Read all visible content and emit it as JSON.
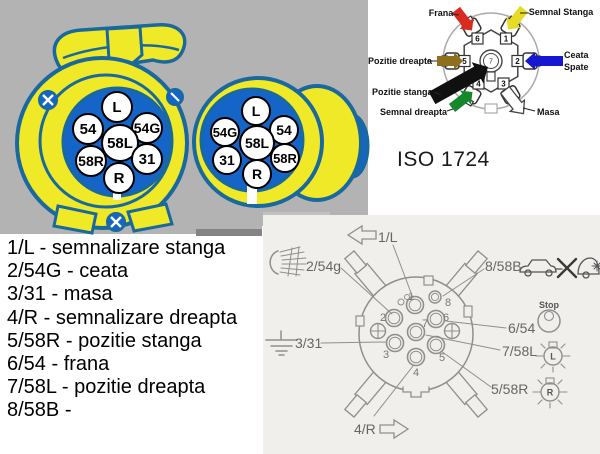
{
  "socket_large": {
    "pin_top": "L",
    "pin_left": "54",
    "pin_right": "54G",
    "pin_center": "58L",
    "pin_bottom_left": "58R",
    "pin_bottom_right": "31",
    "pin_bottom": "R"
  },
  "socket_small": {
    "pin_top": "L",
    "pin_left": "54G",
    "pin_right": "54",
    "pin_center": "58L",
    "pin_bottom_left": "31",
    "pin_bottom_right": "58R",
    "pin_bottom": "R"
  },
  "iso_diagram": {
    "title": "ISO 1724",
    "pin1": "1",
    "pin2": "2",
    "pin3": "3",
    "pin4": "4",
    "pin5": "5",
    "pin6": "6",
    "pin7": "7",
    "label_frana": "Frana",
    "label_semnal_stanga": "Semnal Stanga",
    "label_pozitie_dreapta": "Pozitie dreapta",
    "label_ceata_line1": "Ceata",
    "label_ceata_line2": "Spate",
    "label_pozitie_stanga": "Pozitie stanga",
    "label_semnal_dreapta": "Semnal dreapta",
    "label_masa": "Masa",
    "arrow_colors": {
      "frana": "#d92a20",
      "semnal_stanga": "#e6dc28",
      "pozitie_dreapta": "#8f6f1d",
      "ceata_spate": "#1717d0",
      "pozitie_stanga": "#101010",
      "semnal_dreapta": "#15882b",
      "masa": "#ffffff"
    }
  },
  "legend": {
    "items": [
      "1/L - semnalizare stanga",
      "2/54G - ceata",
      "3/31 - masa",
      "4/R - semnalizare dreapta",
      "5/58R - pozitie stanga",
      "6/54 - frana",
      "7/58L - pozitie dreapta",
      "8/58B -"
    ]
  },
  "schematic": {
    "pin1": "1",
    "pin2": "2",
    "pin3": "3",
    "pin4": "4",
    "pin5": "5",
    "pin6": "6",
    "pin7": "7",
    "pin8": "8",
    "label_1": "1/L",
    "label_2": "2/54g",
    "label_3": "3/31",
    "label_4": "4/R",
    "label_5": "5/58R",
    "label_6": "6/54",
    "label_7": "7/58L",
    "label_8": "8/58B",
    "stop_label": "Stop",
    "lamp_left": "L",
    "lamp_right": "R"
  },
  "colors": {
    "background_gray": "#b3b3b3",
    "connector_yellow": "#efe928",
    "connector_blue": "#1565c8",
    "outline_blue": "#19699f",
    "scan_background": "#f0efec"
  }
}
